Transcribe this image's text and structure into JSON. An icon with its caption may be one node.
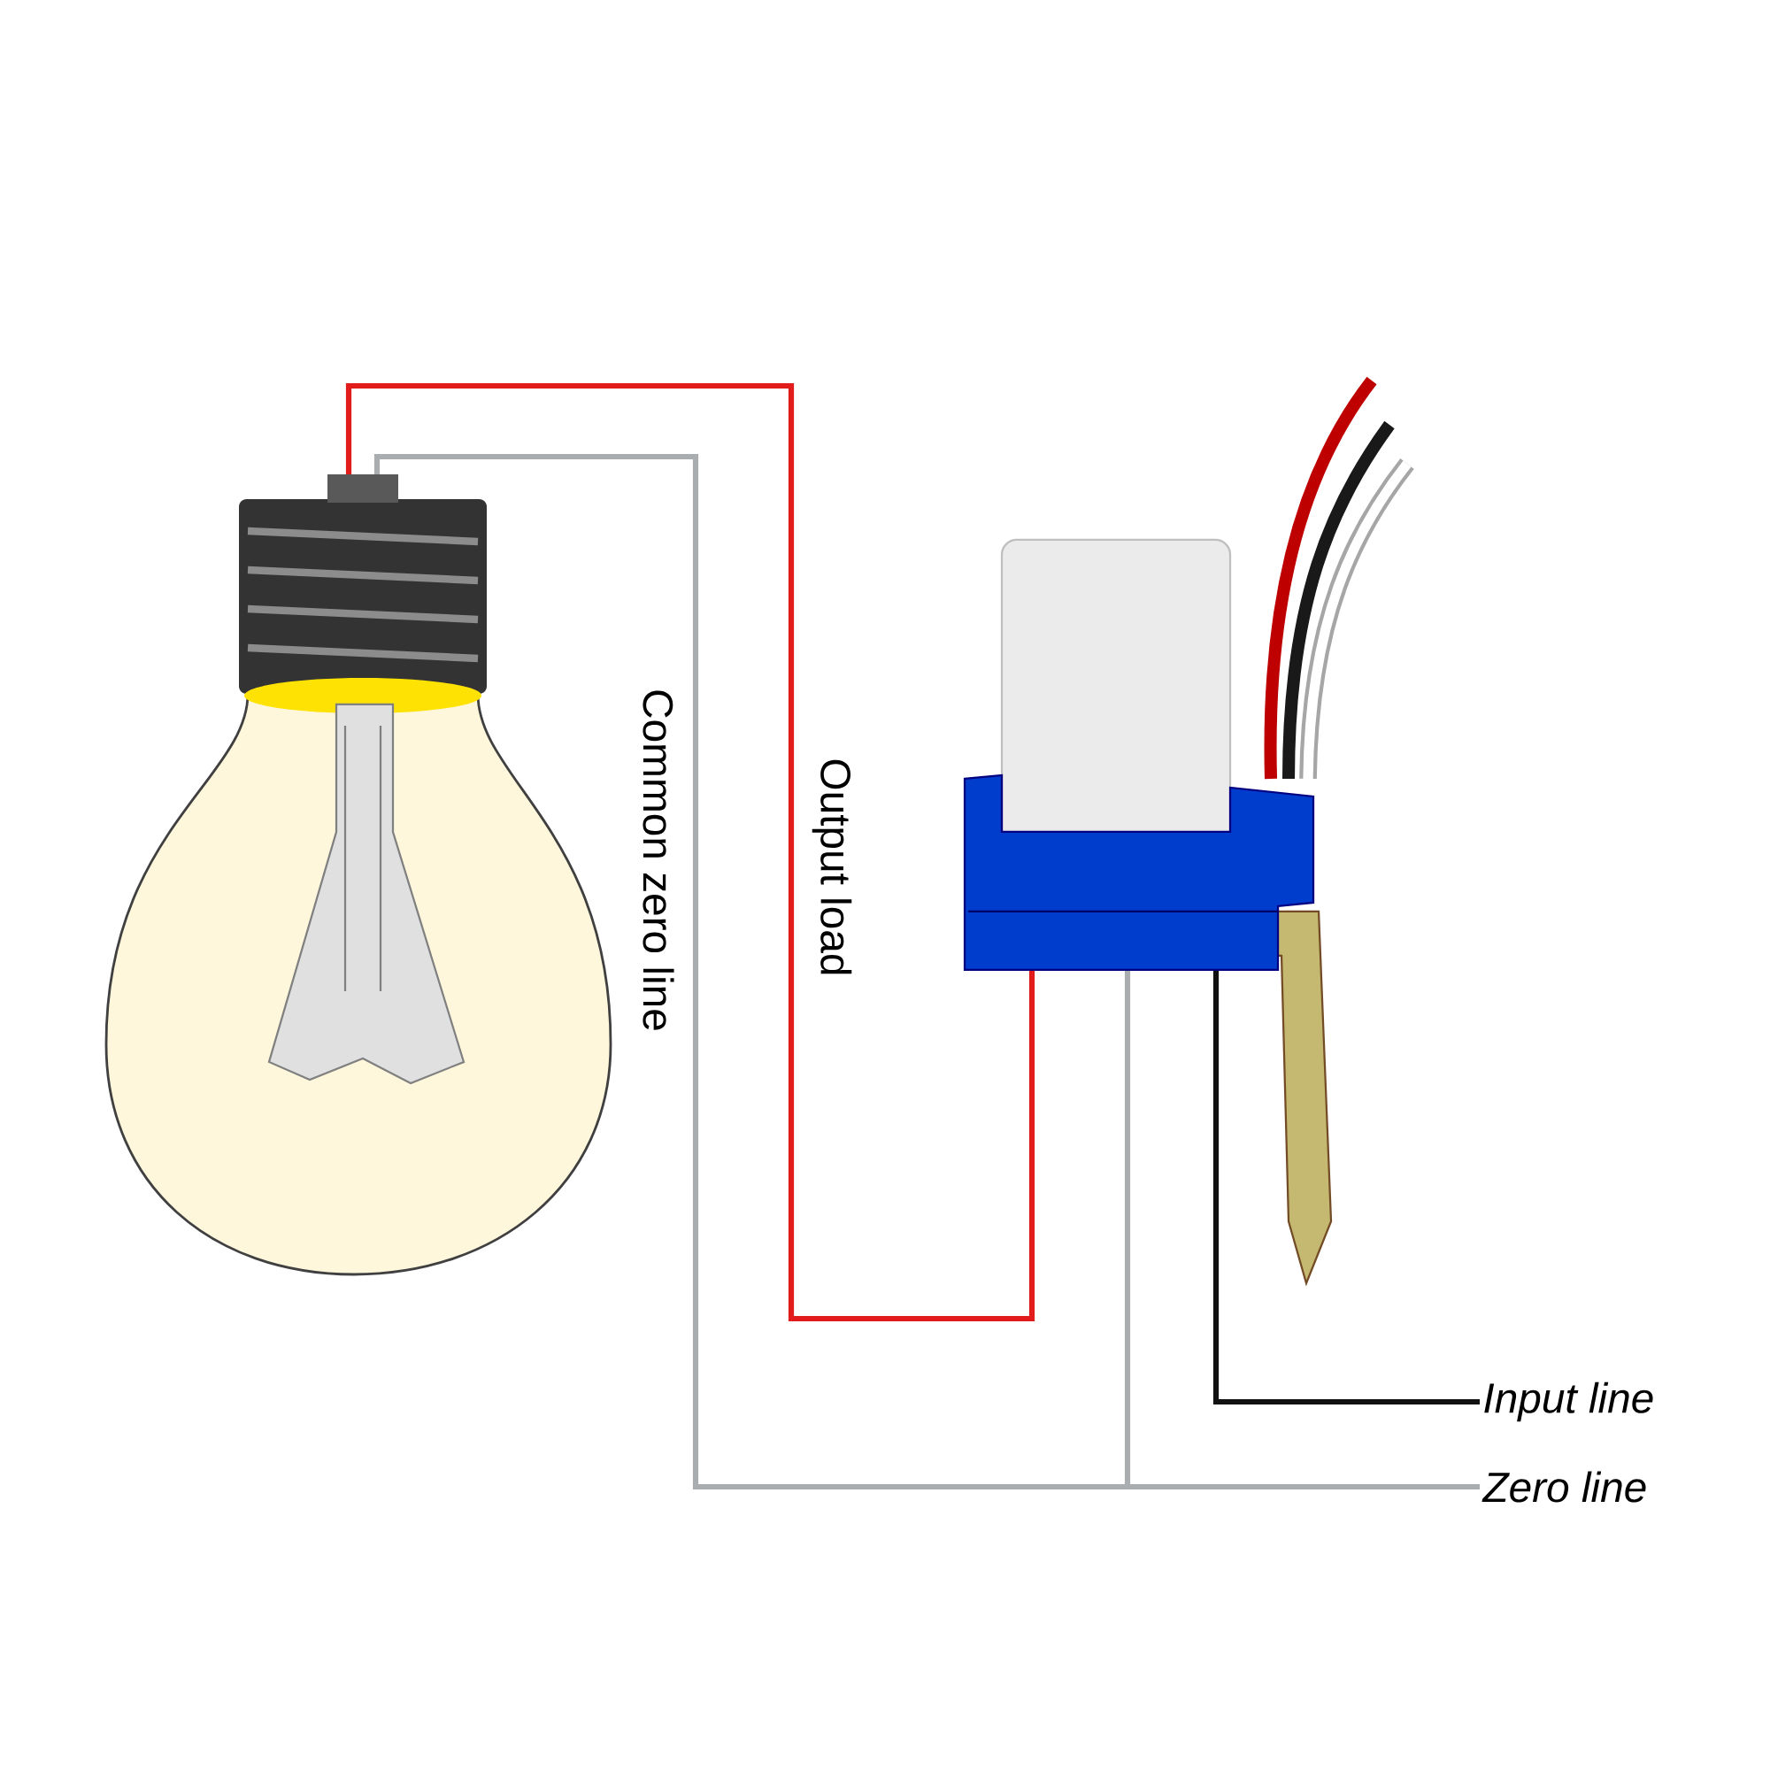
{
  "diagram": {
    "nodes": [
      {
        "text": [],
        "shape": "picture"
      },
      {
        "text": [],
        "shape": "picture"
      },
      {
        "text": [
          "Input line"
        ]
      },
      {
        "text": [
          "Zero line"
        ]
      }
    ],
    "edges": [
      {
        "from": 0,
        "to": 1,
        "arrow": "none",
        "label": "Output load",
        "color": "#e21b1b"
      },
      {
        "from": 0,
        "to": 3,
        "arrow": "none",
        "label": "Common zero line"
      },
      {
        "from": 1,
        "to": 3,
        "arrow": "none"
      },
      {
        "from": 1,
        "to": 2,
        "arrow": "none",
        "color": "#111111"
      }
    ]
  }
}
